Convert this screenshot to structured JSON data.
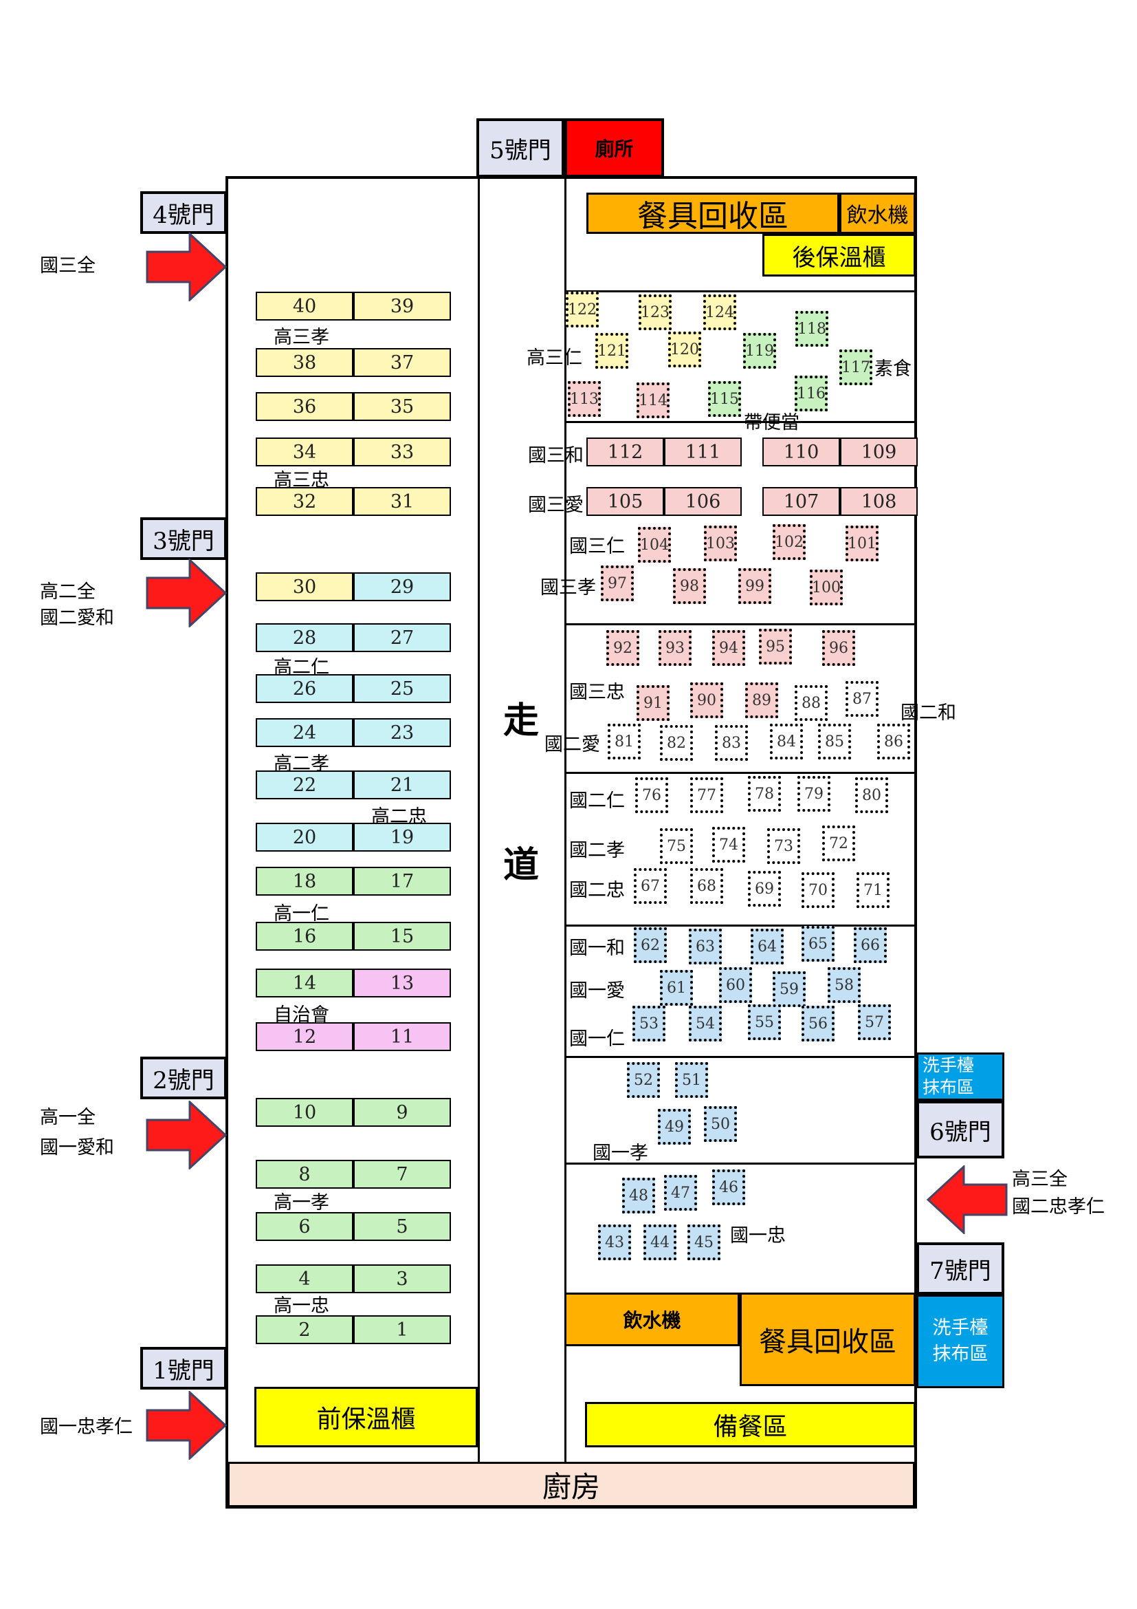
{
  "doors": {
    "d1": "1號門",
    "d2": "2號門",
    "d3": "3號門",
    "d4": "4號門",
    "d5": "5號門",
    "d6": "6號門",
    "d7": "7號門"
  },
  "facilities": {
    "toilet": "廁所",
    "return_top": "餐具回收區",
    "water_top": "飲水機",
    "warmer_back": "後保溫櫃",
    "warmer_front": "前保溫櫃",
    "water_bottom": "飲水機",
    "return_bottom": "餐具回收區",
    "prep": "備餐區",
    "kitchen": "廚房",
    "sink_top_1": "洗手檯",
    "sink_top_2": "抹布區",
    "sink_bottom_1": "洗手檯",
    "sink_bottom_2": "抹布區",
    "aisle_1": "走",
    "aisle_2": "道"
  },
  "entrances": {
    "e4": [
      "國三全"
    ],
    "e3": [
      "高二全",
      "國二愛和"
    ],
    "e2": [
      "高一全",
      "國一愛和"
    ],
    "e1": [
      "國一忠孝仁"
    ],
    "e6": [
      "高三全",
      "國二忠孝仁"
    ]
  },
  "left_group_labels": [
    "高三孝",
    "高三忠",
    "高二仁",
    "高二孝",
    "高二忠",
    "高一仁",
    "自治會",
    "高一孝",
    "高一忠"
  ],
  "right_group_labels": [
    "高三仁",
    "素食",
    "帶便當",
    "國三和",
    "國三愛",
    "國三仁",
    "國三孝",
    "國三忠",
    "國二和",
    "國二愛",
    "國二仁",
    "國二孝",
    "國二忠",
    "國一和",
    "國一愛",
    "國一仁",
    "國一孝",
    "國一忠"
  ],
  "left_tables": [
    [
      "40",
      "39"
    ],
    [
      "38",
      "37"
    ],
    [
      "36",
      "35"
    ],
    [
      "34",
      "33"
    ],
    [
      "32",
      "31"
    ],
    [
      "30",
      "29"
    ],
    [
      "28",
      "27"
    ],
    [
      "26",
      "25"
    ],
    [
      "24",
      "23"
    ],
    [
      "22",
      "21"
    ],
    [
      "20",
      "19"
    ],
    [
      "18",
      "17"
    ],
    [
      "16",
      "15"
    ],
    [
      "14",
      "13"
    ],
    [
      "12",
      "11"
    ],
    [
      "10",
      "9"
    ],
    [
      "8",
      "7"
    ],
    [
      "6",
      "5"
    ],
    [
      "4",
      "3"
    ],
    [
      "2",
      "1"
    ]
  ],
  "long_tables": [
    "112",
    "111",
    "110",
    "109",
    "105",
    "106",
    "107",
    "108"
  ],
  "square_tables": [
    "122",
    "123",
    "124",
    "121",
    "120",
    "119",
    "118",
    "117",
    "113",
    "114",
    "115",
    "116",
    "104",
    "103",
    "102",
    "101",
    "97",
    "98",
    "99",
    "100",
    "92",
    "93",
    "94",
    "95",
    "96",
    "91",
    "90",
    "89",
    "88",
    "87",
    "81",
    "82",
    "83",
    "84",
    "85",
    "86",
    "76",
    "77",
    "78",
    "79",
    "80",
    "75",
    "74",
    "73",
    "72",
    "67",
    "68",
    "69",
    "70",
    "71",
    "62",
    "63",
    "64",
    "65",
    "66",
    "61",
    "60",
    "59",
    "58",
    "53",
    "54",
    "55",
    "56",
    "57",
    "52",
    "51",
    "49",
    "50",
    "48",
    "47",
    "46",
    "43",
    "44",
    "45"
  ],
  "colors": {
    "yellow_table": "#fff7b8",
    "cyan_table": "#c9f2f7",
    "green_table": "#c8f1c0",
    "pink_table": "#f7c3f2",
    "salmon_table": "#f9d0d0",
    "light_blue": "#c4e0f5",
    "light_green": "#c8f1c0",
    "light_yellow": "#fff7b8",
    "arrow_red": "#ff1a1a"
  }
}
